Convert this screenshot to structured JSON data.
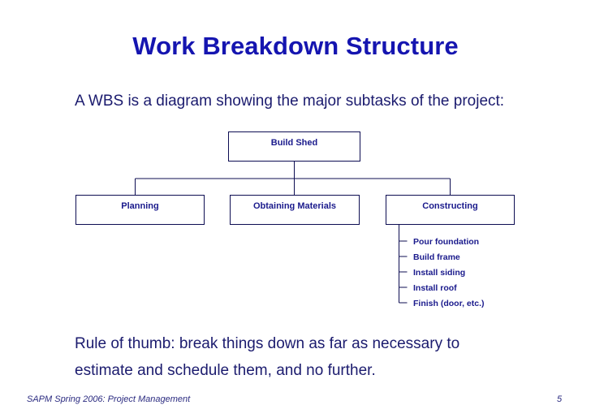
{
  "slide": {
    "title": "Work Breakdown Structure",
    "intro_text": "A WBS is a diagram showing the major subtasks of the project:",
    "rule_text": "Rule of thumb: break things down as far as necessary to estimate and schedule them, and no further."
  },
  "colors": {
    "title_blue": "#1515b0",
    "body_navy": "#1b1b6e",
    "box_label_navy": "#1a1a8c",
    "box_border": "#0d0d52",
    "connector_line": "#0d0d52",
    "footer_navy": "#2b2b80",
    "background": "#ffffff"
  },
  "diagram": {
    "root": {
      "label": "Build Shed"
    },
    "children": [
      {
        "label": "Planning"
      },
      {
        "label": "Obtaining Materials"
      },
      {
        "label": "Constructing"
      }
    ],
    "leaves": [
      {
        "label": "Pour foundation"
      },
      {
        "label": "Build frame"
      },
      {
        "label": "Install siding"
      },
      {
        "label": "Install roof"
      },
      {
        "label": "Finish (door, etc.)"
      }
    ]
  },
  "footer": {
    "note": "SAPM Spring 2006: Project Management",
    "page_number": "5"
  }
}
